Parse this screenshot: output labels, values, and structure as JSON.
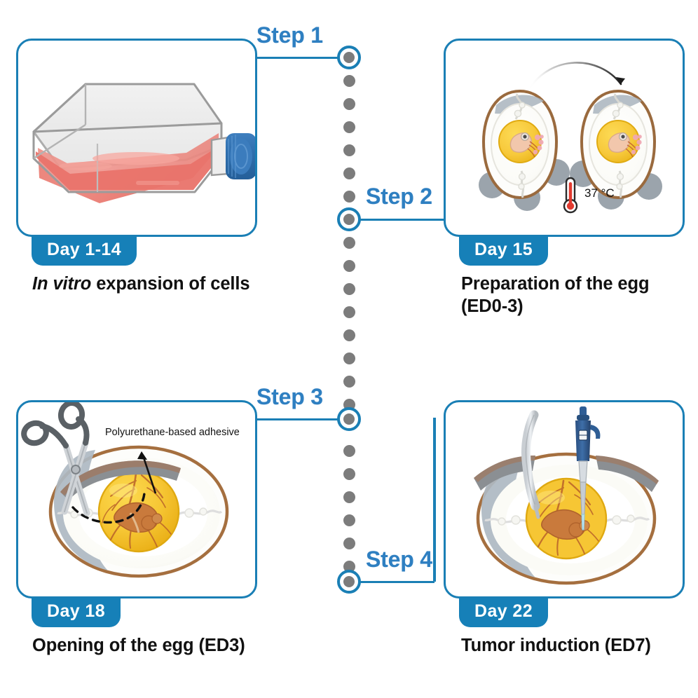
{
  "figure": {
    "title": "Chick embryo chorioallantoic membrane (CAM) tumor model workflow",
    "accent_blue": "#1a7fb5",
    "step_text_blue": "#2e7fc1",
    "badge_blue": "#1680b8",
    "timeline_dot_gray": "#7c7c7c",
    "caption_color": "#111111"
  },
  "steps": [
    {
      "id": "step1",
      "step_label": "Step 1",
      "day_badge": "Day 1-14",
      "caption_italic": "In vitro",
      "caption_rest": " expansion  of cells",
      "caption_plain": "In vitro expansion  of cells",
      "illustration": "cell-culture-flask"
    },
    {
      "id": "step2",
      "step_label": "Step 2",
      "day_badge": "Day 15",
      "caption_plain": "Preparation  of the egg\n(ED0-3)",
      "illustration": "two-eggs-rotation-incubation",
      "annotations": {
        "temperature": "37 °C"
      }
    },
    {
      "id": "step3",
      "step_label": "Step 3",
      "day_badge": "Day 18",
      "caption_plain": "Opening  of the egg (ED3)",
      "illustration": "egg-with-scissors",
      "annotations": {
        "adhesive": "Polyurethane-based adhesive"
      }
    },
    {
      "id": "step4",
      "step_label": "Step 4",
      "day_badge": "Day 22",
      "caption_plain": "Tumor induction (ED7)",
      "illustration": "egg-with-pipette-and-forceps"
    }
  ]
}
